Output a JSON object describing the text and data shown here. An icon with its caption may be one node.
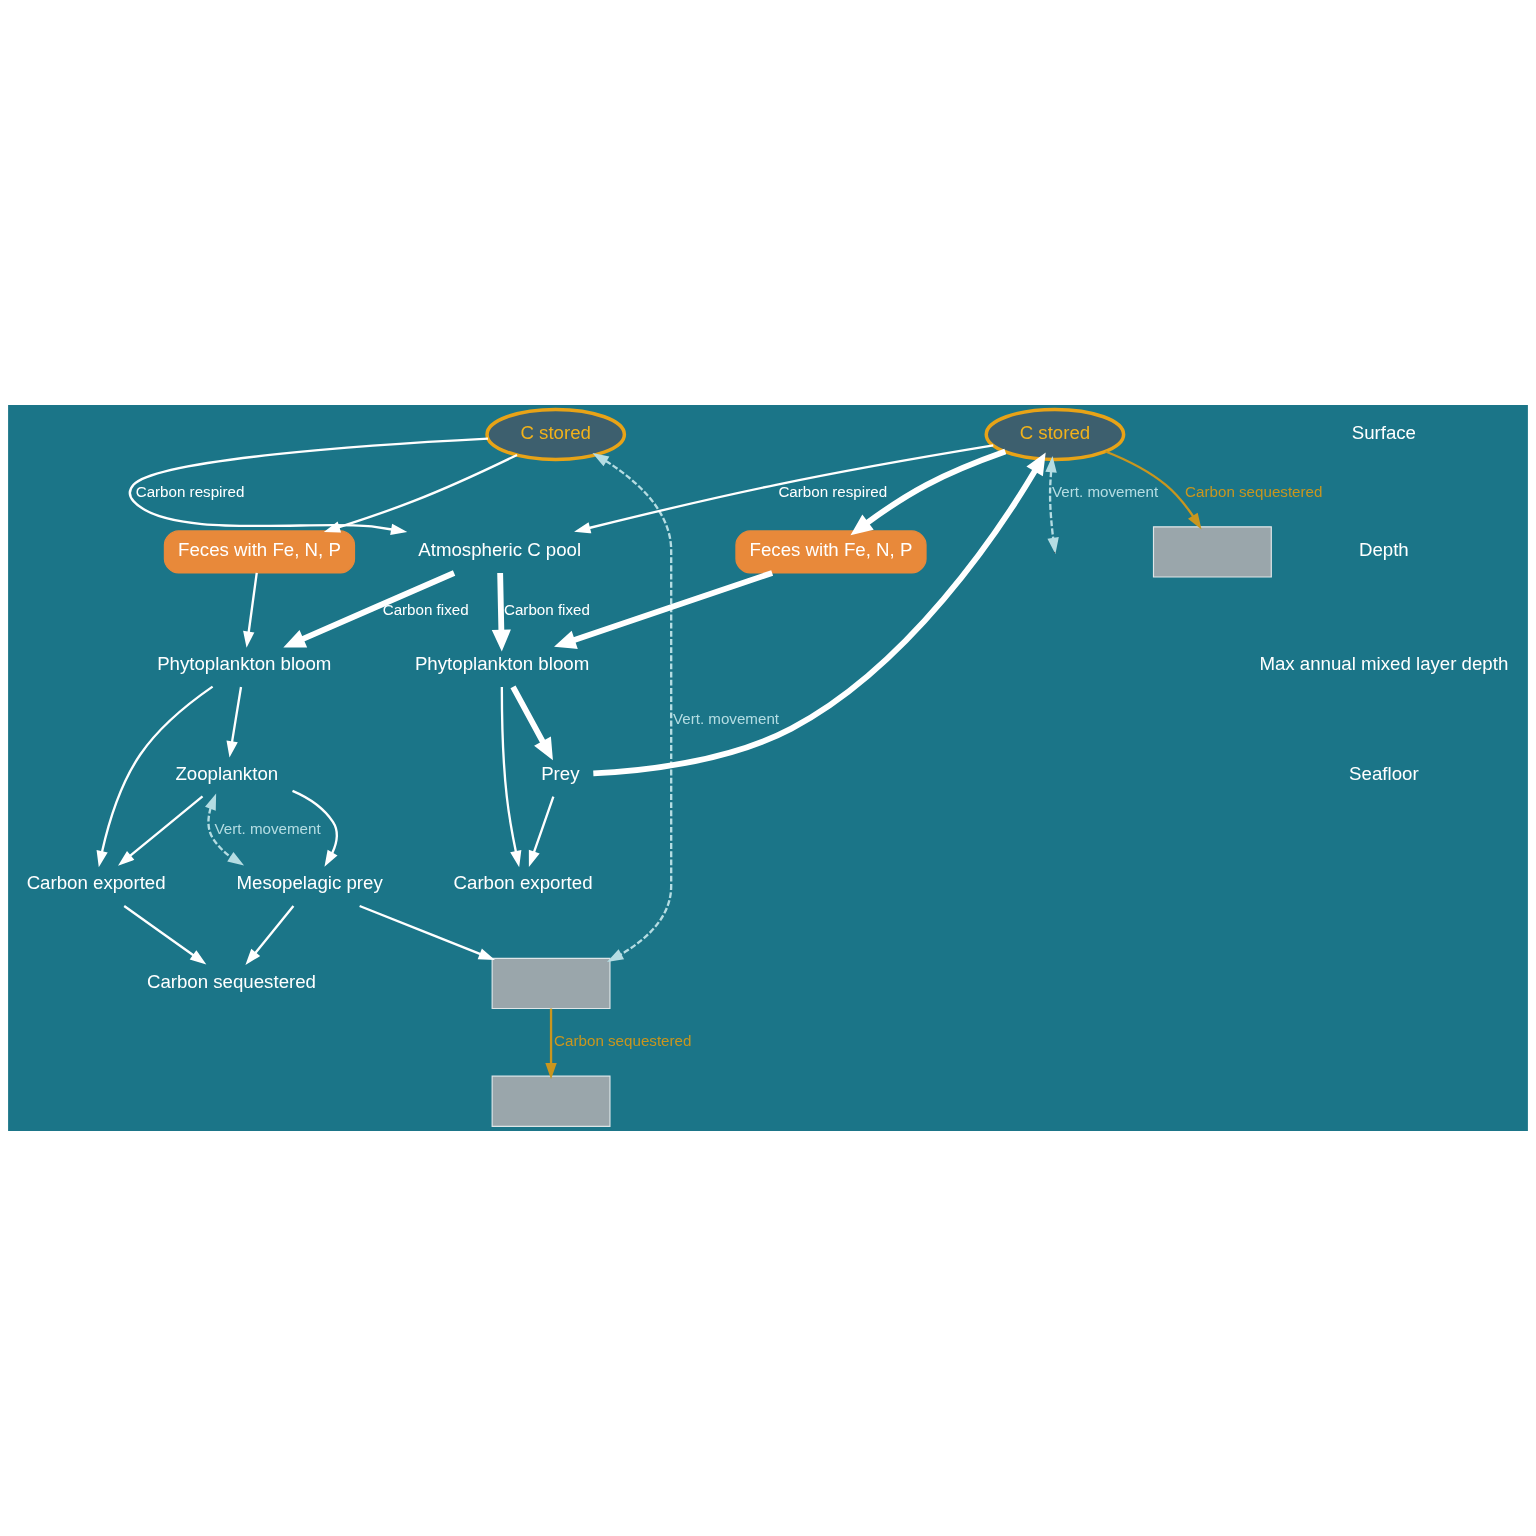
{
  "diagram": {
    "nodes": [
      {
        "text": [
          "Atmospheric C pool"
        ]
      },
      {
        "text": [
          "C stored"
        ]
      },
      {
        "text": [
          "Feces with Fe, N, P"
        ]
      },
      {
        "text": [
          "Phytoplankton bloom"
        ]
      },
      {
        "text": [
          "Zooplankton"
        ]
      },
      {
        "text": [
          "Carbon exported"
        ]
      },
      {
        "text": [
          "Mesopelagic prey"
        ]
      },
      {
        "text": [],
        "shape": "box"
      },
      {
        "text": [],
        "shape": "box"
      },
      {
        "text": [
          "Carbon sequestered"
        ]
      },
      {
        "text": [
          "C stored"
        ]
      },
      {
        "text": [
          "Feces with Fe, N, P"
        ]
      },
      {
        "text": [
          "Phytoplankton bloom"
        ]
      },
      {
        "text": [
          "Prey"
        ]
      },
      {
        "text": [
          "Carbon exported"
        ]
      },
      {
        "text": [],
        "shape": "box"
      }
    ],
    "edges": [
      {
        "from": 1,
        "to": 0,
        "arrow": "to",
        "label": "Carbon respired"
      },
      {
        "from": 10,
        "to": 0,
        "arrow": "to",
        "label": "Carbon respired"
      },
      {
        "from": 0,
        "to": 3,
        "arrow": "to",
        "label": "Carbon fixed",
        "style": "thick"
      },
      {
        "from": 0,
        "to": 12,
        "arrow": "to",
        "label": "Carbon fixed",
        "style": "thick"
      },
      {
        "from": 1,
        "to": 2,
        "arrow": "to"
      },
      {
        "from": 1,
        "to": 7,
        "arrow": "both",
        "label": "Vert. movement",
        "style": "dashed",
        "color": "#b5dde3"
      },
      {
        "from": 2,
        "to": 3,
        "arrow": "to"
      },
      {
        "from": 3,
        "to": 4,
        "arrow": "to"
      },
      {
        "from": 3,
        "to": 5,
        "arrow": "to"
      },
      {
        "from": 4,
        "to": 5,
        "arrow": "to"
      },
      {
        "from": 4,
        "to": 6,
        "arrow": "to"
      },
      {
        "from": 4,
        "to": 6,
        "arrow": "both",
        "label": "Vert. movement",
        "style": "dashed",
        "color": "#b5dde3"
      },
      {
        "from": 6,
        "to": 7,
        "arrow": "to"
      },
      {
        "from": 7,
        "to": 8,
        "arrow": "to",
        "label": "Carbon sequestered",
        "color": "#c9961e"
      },
      {
        "from": 5,
        "to": 9,
        "arrow": "to"
      },
      {
        "from": 6,
        "to": 9,
        "arrow": "to"
      },
      {
        "from": 10,
        "to": 11,
        "arrow": "to",
        "style": "thick"
      },
      {
        "from": 11,
        "to": 12,
        "arrow": "to",
        "style": "thick"
      },
      {
        "from": 12,
        "to": 13,
        "arrow": "to",
        "style": "thick"
      },
      {
        "from": 13,
        "to": 10,
        "arrow": "to",
        "style": "thick"
      },
      {
        "from": 12,
        "to": 14,
        "arrow": "to"
      },
      {
        "from": 13,
        "to": 14,
        "arrow": "to"
      },
      {
        "from": 10,
        "to": null,
        "arrow": "both",
        "label": "Vert. movement",
        "style": "dashed",
        "color": "#b5dde3"
      },
      {
        "from": 10,
        "to": 15,
        "arrow": "to",
        "label": "Carbon sequestered",
        "color": "#c9961e"
      }
    ],
    "labels": [
      "Surface",
      "Depth",
      "Max annual mixed layer depth",
      "Seafloor"
    ]
  }
}
